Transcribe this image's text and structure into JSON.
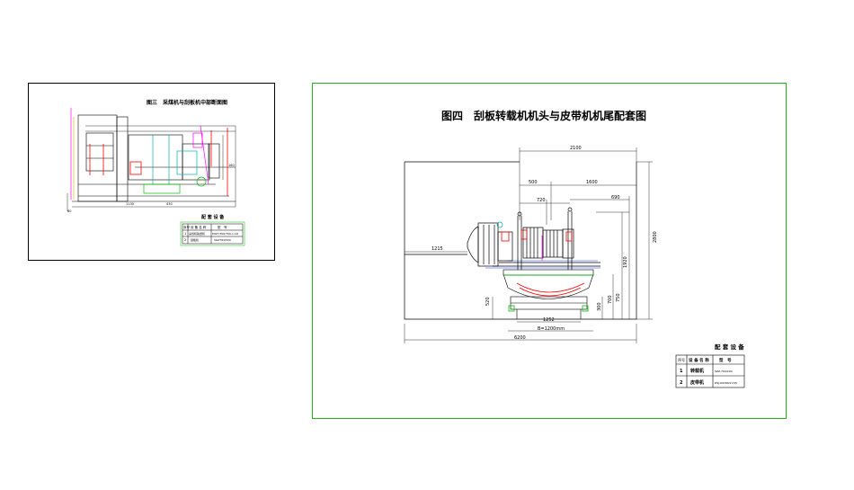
{
  "left_sheet": {
    "title": "图三　采煤机与刮板机中部断面图",
    "table_heading": "配 套 设 备",
    "table_header": [
      "序号",
      "设 备 名 称",
      "型　号"
    ],
    "table_rows": [
      [
        "1",
        "采煤机输送机",
        "MGTY300/700-1.1D"
      ],
      [
        "2",
        "刮板机",
        "SGZ764/500"
      ]
    ],
    "dims": [
      "60",
      "1130",
      "430",
      "160"
    ]
  },
  "right_sheet": {
    "title": "图四　刮板转载机机头与皮带机机尾配套图",
    "dims": {
      "top_total": "2100",
      "d500": "500",
      "d1600": "1600",
      "d720": "720",
      "d690": "690",
      "d1215": "1215",
      "d1920": "1920",
      "d2800": "2800",
      "d750": "750",
      "d520": "520",
      "d700": "700",
      "d300": "300",
      "d1252": "1252",
      "d_belt": "B=1200mm",
      "d6200": "6200"
    },
    "table_heading": "配 套 设 备",
    "table_header": [
      "序号",
      "设 备 名 称",
      "型　号"
    ],
    "table_rows": [
      [
        "1",
        "转载机",
        "SZZ-764/200"
      ],
      [
        "2",
        "皮带机",
        "DSJ100/80/2×55"
      ]
    ]
  },
  "colors": {
    "line": "#000000",
    "red": "#ff0000",
    "green": "#00c000",
    "cyan": "#00b0b0",
    "magenta": "#ff00ff",
    "blue": "#2040ff",
    "frame_green": "#1db21d"
  }
}
